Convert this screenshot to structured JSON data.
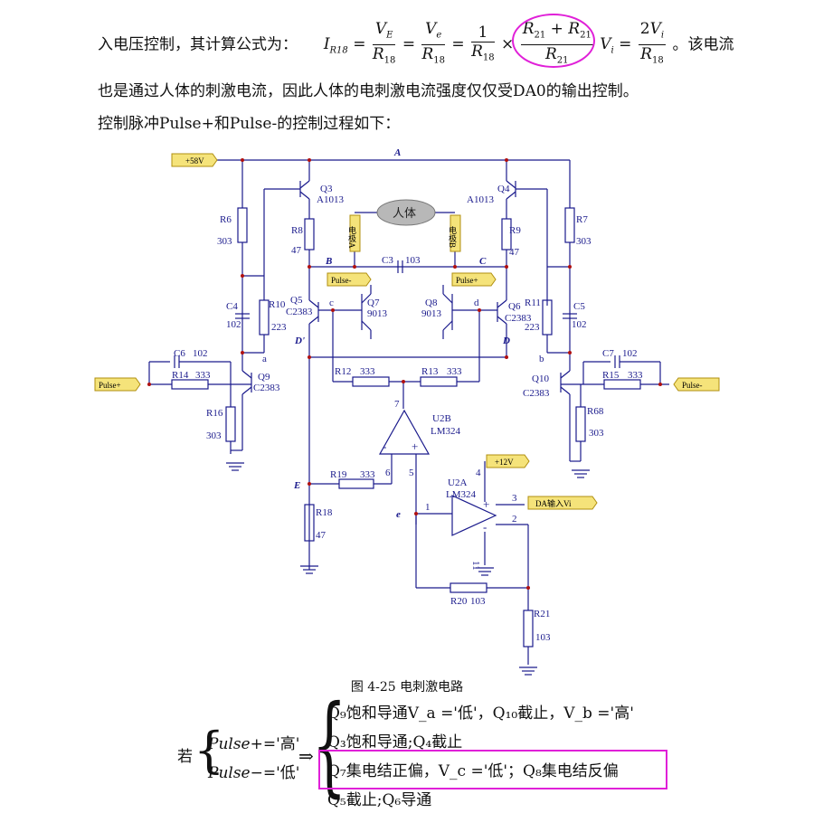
{
  "text": {
    "line1_start": "入电压控制，其计算公式为：",
    "line1_end": "。该电流",
    "line2": "也是通过人体的刺激电流，因此人体的电刺激电流强度仅仅受DA0的输出控制。",
    "line3": "控制脉冲Pulse+和Pulse-的控制过程如下："
  },
  "formula": {
    "I": "I",
    "I_sub": "R18",
    "VE": "V",
    "VE_sub": "E",
    "Ve": "V",
    "Ve_sub": "e",
    "R18": "R",
    "R18_sub": "18",
    "one": "1",
    "R21": "R",
    "R21_sub": "21",
    "Vi": "V",
    "Vi_sub": "i",
    "two": "2",
    "eq": "=",
    "times": "×",
    "plus": "+"
  },
  "circuit": {
    "v58": "+58V",
    "v12": "+12V",
    "nodeA": "A",
    "nodeB": "B",
    "nodeC": "C",
    "nodeDp": "D'",
    "nodeD": "D",
    "nodeE": "E",
    "nodee": "e",
    "node_a": "a",
    "node_b": "b",
    "node_c": "c",
    "node_d": "d",
    "body": "人体",
    "electrodeA": "电极A",
    "electrodeB": "电极B",
    "pulse_minus": "Pulse-",
    "pulse_plus": "Pulse+",
    "da_input": "DA输入Vi",
    "Q3": "Q3",
    "Q3_type": "A1013",
    "Q4": "Q4",
    "Q4_type": "A1013",
    "Q5": "Q5",
    "Q5_type": "C2383",
    "Q6": "Q6",
    "Q6_type": "C2383",
    "Q7": "Q7",
    "Q7_type": "9013",
    "Q8": "Q8",
    "Q8_type": "9013",
    "Q9": "Q9",
    "Q9_type": "C2383",
    "Q10": "Q10",
    "Q10_type": "C2383",
    "R6": "R6",
    "R6_val": "303",
    "R7": "R7",
    "R7_val": "303",
    "R8": "R8",
    "R8_val": "47",
    "R9": "R9",
    "R9_val": "47",
    "R10": "R10",
    "R10_val": "223",
    "R11": "R11",
    "R11_val": "223",
    "R12": "R12",
    "R12_val": "333",
    "R13": "R13",
    "R13_val": "333",
    "R14": "R14",
    "R14_val": "333",
    "R15": "R15",
    "R15_val": "333",
    "R16": "R16",
    "R16_val": "303",
    "R68": "R68",
    "R68_val": "303",
    "R18c": "R18",
    "R18c_val": "47",
    "R19": "R19",
    "R19_val": "333",
    "R20": "R20",
    "R20_val": "103",
    "R21c": "R21",
    "R21c_val": "103",
    "C3": "C3",
    "C3_val": "103",
    "C4": "C4",
    "C4_val": "102",
    "C5": "C5",
    "C5_val": "102",
    "C6": "C6",
    "C6_val": "102",
    "C7": "C7",
    "C7_val": "102",
    "U2B": "U2B",
    "U2B_type": "LM324",
    "U2A": "U2A",
    "U2A_type": "LM324",
    "pin7": "7",
    "pin6": "6",
    "pin5": "5",
    "pin4": "4",
    "pin3": "3",
    "pin2": "2",
    "pin1": "1",
    "pin11": "11",
    "plus": "+",
    "minus": "-"
  },
  "caption": "图 4-25   电刺激电路",
  "conditions": {
    "ruo": "若",
    "pp": "Pulse+",
    "pp_val": "='高'",
    "pm": "Pulse−",
    "pm_val": "='低'",
    "arrow": "⇒",
    "r1": "Q₉饱和导通V_a ='低'，Q₁₀截止，V_b ='高'",
    "r2": "Q₃饱和导通;Q₄截止",
    "r3": "Q₇集电结正偏，V_c ='低'；Q₈集电结反偏",
    "r4": "Q₅截止;Q₆导通"
  }
}
